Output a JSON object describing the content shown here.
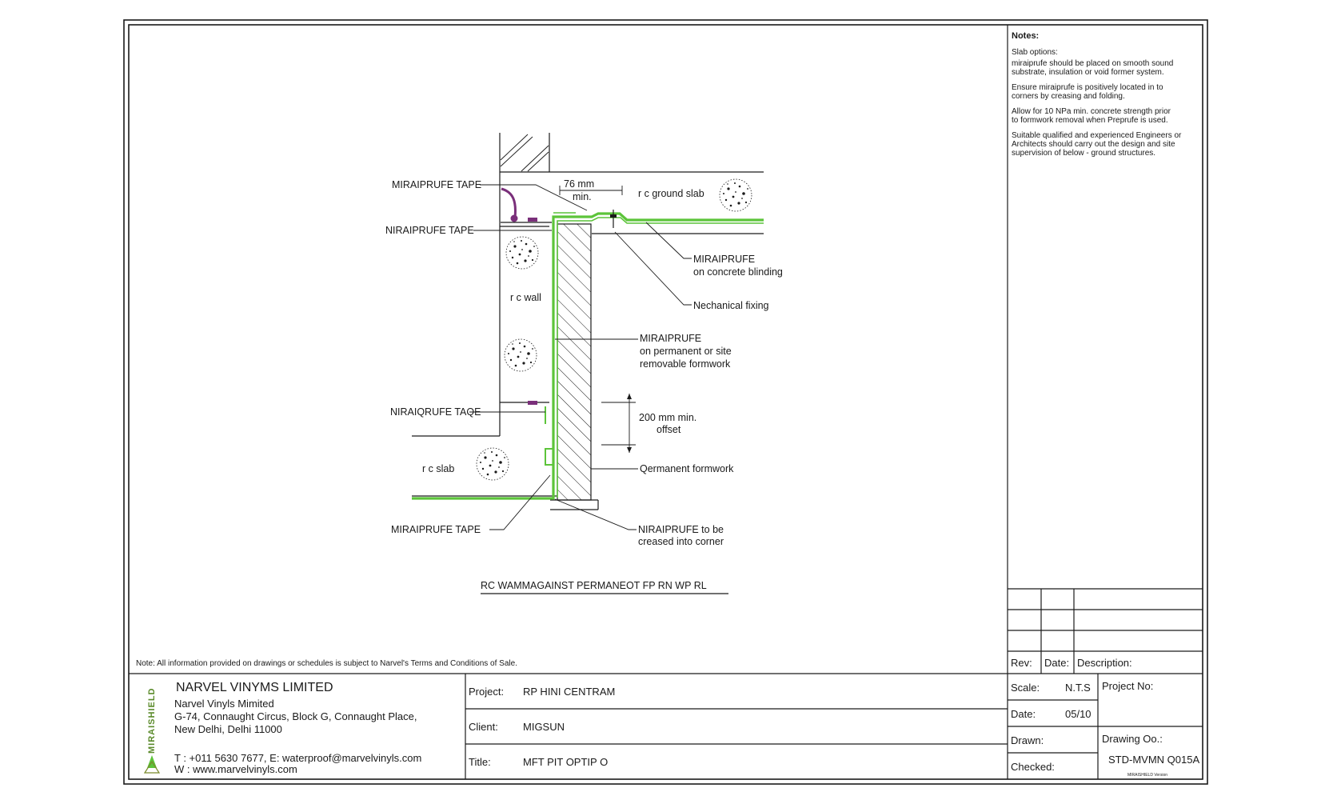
{
  "notes": {
    "heading": "Notes:",
    "subheading": "Slab options:",
    "items": [
      [
        "miraiprufe should be placed on smooth sound",
        "substrate, insulation or void former system."
      ],
      [
        "Ensure miraiprufe is positively located in to",
        "corners by creasing and folding."
      ],
      [
        "Allow for 10 NPa min. concrete strength prior",
        "to formwork removal when Preprufe is used."
      ],
      [
        "Suitable qualified and experienced Engineers or",
        "Architects should carry out the design and site",
        "supervision of below - ground structures."
      ]
    ]
  },
  "diagram": {
    "labels": {
      "tape_top": "MIRAIPRUFE TAPE",
      "tape_second": "NIRAIPRUFE TAPE",
      "dim_76_a": "76 mm",
      "dim_76_b": "min.",
      "ground_slab": "r c ground slab",
      "blinding_a": "MIRAIPRUFE",
      "blinding_b": "on concrete blinding",
      "mech_fixing": "Nechanical fixing",
      "rc_wall": "r c wall",
      "formwork_a": "MIRAIPRUFE",
      "formwork_b": "on permanent or site",
      "formwork_c": "removable formwork",
      "tape_mid": "NIRAIQRUFE TAQE",
      "offset_a": "200 mm min.",
      "offset_b": "offset",
      "rc_slab": "r c slab",
      "perm_formwork": "Qermanent formwork",
      "tape_bottom": "MIRAIPRUFE TAPE",
      "crease_a": "NIRAIPRUFE to be",
      "crease_b": "creased into corner"
    },
    "caption": "RC WAMMAGAINST PERMANEOT FP RN WP RL"
  },
  "disclaimer": "Note: All information provided on drawings or schedules is subject to Narvel's Terms and Conditions of Sale.",
  "revision": {
    "rev_label": "Rev:",
    "date_label": "Date:",
    "desc_label": "Description:"
  },
  "company": {
    "logo_text": "MIRAISHIELD",
    "name": "NARVEL VINYMS LIMITED",
    "sub": "Narvel Vinyls Mimited",
    "address1": "G-74, Connaught Circus, Block G, Connaught Place,",
    "address2": "New Delhi, Delhi 11000",
    "contact": "T : +011 5630 7677, E: waterproof@marvelvinyls.com",
    "web": "W : www.marvelvinyls.com"
  },
  "project_info": {
    "project_label": "Project:",
    "project_value": "RP HINI CENTRAM",
    "client_label": "Client:",
    "client_value": "MIGSUN",
    "title_label": "Title:",
    "title_value": "MFT PIT OPTIP O"
  },
  "sheet_info": {
    "scale_label": "Scale:",
    "scale_value": "N.T.S",
    "date_label": "Date:",
    "date_value": "05/10",
    "drawn_label": "Drawn:",
    "checked_label": "Checked:",
    "project_no_label": "Project No:",
    "drawing_no_label": "Drawing Oo.:",
    "drawing_no_value": "STD-MVMN Q015A",
    "drawing_no_sub": "MIRAISHIELD Version"
  },
  "colors": {
    "membrane": "#5cc43a",
    "tape": "#7a2f7a"
  }
}
